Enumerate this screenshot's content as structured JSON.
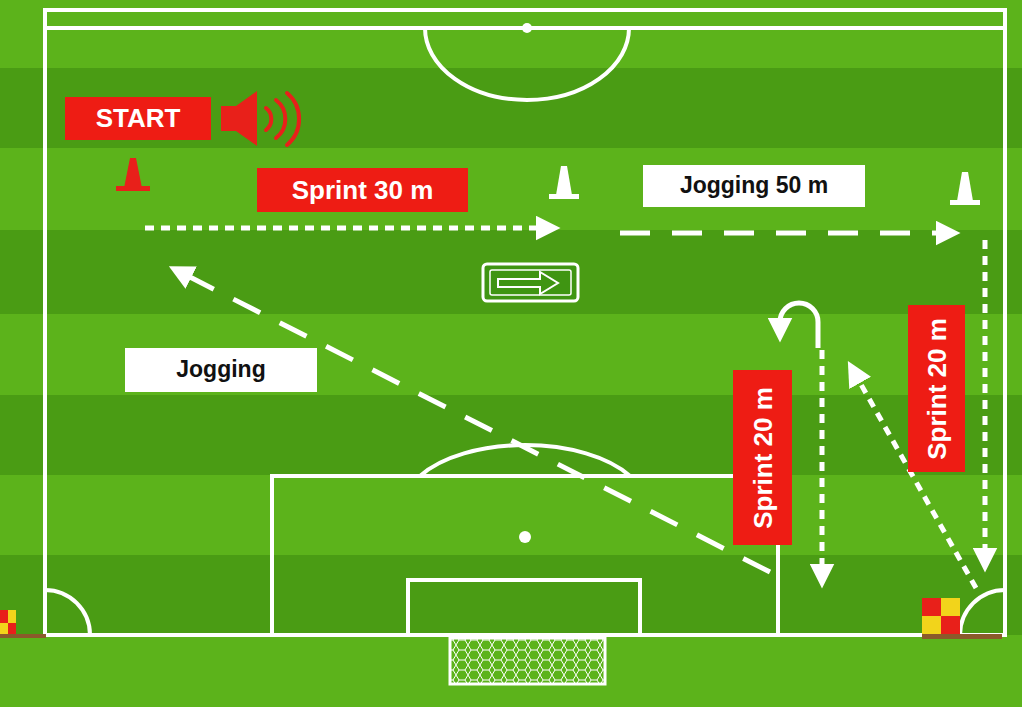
{
  "diagram": {
    "nodes": [
      {
        "text": [
          "START"
        ]
      },
      {
        "text": [
          "Sprint 30 m"
        ]
      },
      {
        "text": [
          "Jogging 50 m"
        ]
      },
      {
        "text": [
          "Jogging"
        ]
      },
      {
        "text": [
          "Sprint 20 m"
        ]
      },
      {
        "text": [
          "Sprint 20 m"
        ]
      }
    ]
  }
}
